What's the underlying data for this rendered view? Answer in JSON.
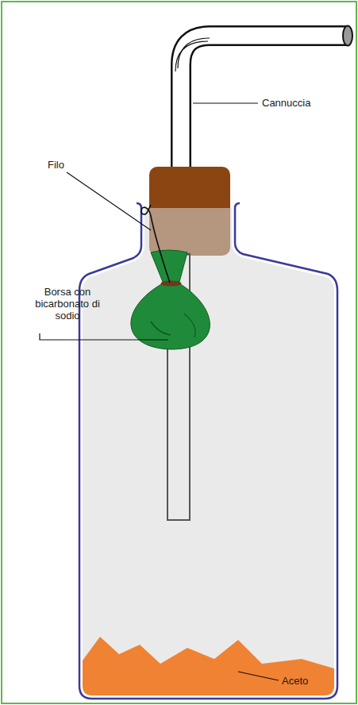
{
  "diagram": {
    "labels": [
      "Cannuccia",
      "Filo",
      "Borsa con bicarbonato di sodio",
      "Aceto"
    ]
  }
}
